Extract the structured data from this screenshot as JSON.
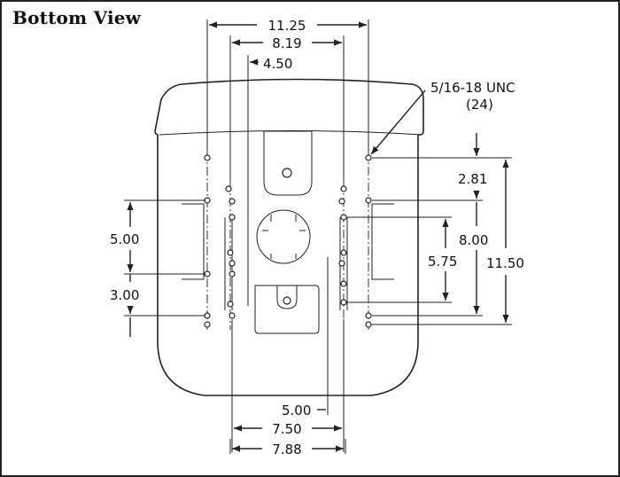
{
  "title": "Bottom View",
  "thread_callout": {
    "spec": "5/16-18 UNC",
    "count": "(24)"
  },
  "dimensions": {
    "top_outer": "11.25",
    "top_middle": "8.19",
    "top_inner": "4.50",
    "left_upper": "5.00",
    "left_lower": "3.00",
    "right_small": "2.81",
    "right_middle": "8.00",
    "right_inner": "5.75",
    "right_outer": "11.50",
    "bottom_inner": "5.00",
    "bottom_middle": "7.50",
    "bottom_outer": "7.88"
  }
}
